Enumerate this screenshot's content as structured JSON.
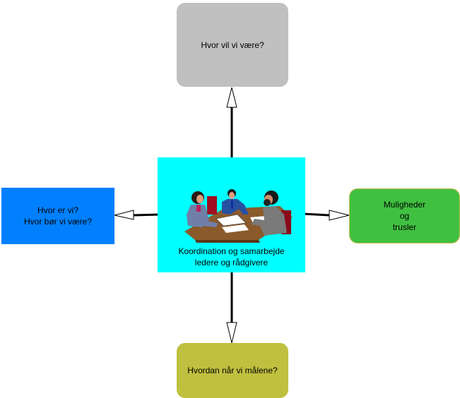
{
  "diagram": {
    "center": {
      "caption": "Koordination og samarbejde\nledere og rådgivere",
      "illustration": "business-meeting-icon",
      "color": "#00ffff"
    },
    "top": {
      "label": "Hvor vil vi være?",
      "color": "#c0c0c0"
    },
    "left": {
      "label": "Hvor er vi?\nHvor bør vi være?",
      "color": "#0080ff"
    },
    "right": {
      "label": "Muligheder\nog\ntrusler",
      "color": "#40c040"
    },
    "bottom": {
      "label": "Hvordan når vi målene?",
      "color": "#c0c040"
    },
    "connectors": [
      {
        "from": "center",
        "to": "top",
        "style": "open-arrow"
      },
      {
        "from": "center",
        "to": "left",
        "style": "open-arrow"
      },
      {
        "from": "center",
        "to": "right",
        "style": "open-arrow"
      },
      {
        "from": "center",
        "to": "bottom",
        "style": "open-arrow"
      }
    ]
  }
}
